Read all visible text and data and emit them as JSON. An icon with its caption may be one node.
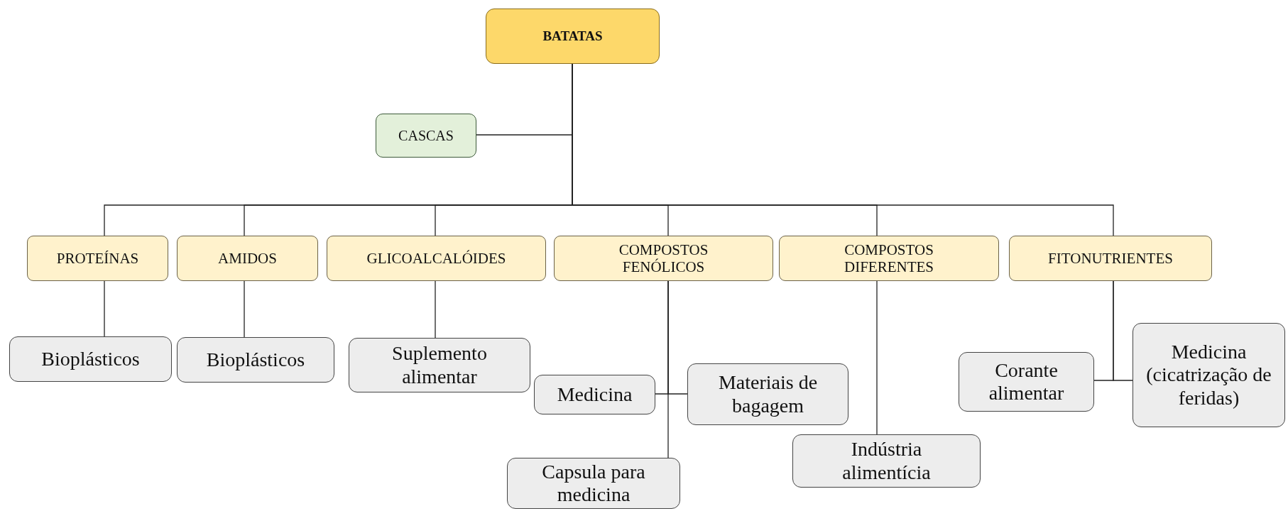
{
  "diagram": {
    "nodes": [
      {
        "text": [
          "BATATAS"
        ]
      },
      {
        "text": [
          "CASCAS"
        ]
      },
      {
        "text": [
          "PROTEÍNAS"
        ]
      },
      {
        "text": [
          "AMIDOS"
        ]
      },
      {
        "text": [
          "GLICOALCALÓIDES"
        ]
      },
      {
        "text": [
          "COMPOSTOS FENÓLICOS"
        ]
      },
      {
        "text": [
          "COMPOSTOS DIFERENTES"
        ]
      },
      {
        "text": [
          "FITONUTRIENTES"
        ]
      },
      {
        "text": [
          "Bioplásticos"
        ]
      },
      {
        "text": [
          "Bioplásticos"
        ]
      },
      {
        "text": [
          "Suplemento alimentar"
        ]
      },
      {
        "text": [
          "Medicina"
        ]
      },
      {
        "text": [
          "Materiais de bagagem"
        ]
      },
      {
        "text": [
          "Capsula para medicina"
        ]
      },
      {
        "text": [
          "Indústria alimentícia"
        ]
      },
      {
        "text": [
          "Corante alimentar"
        ]
      },
      {
        "text": [
          "Medicina (cicatrização de feridas)"
        ]
      }
    ],
    "edges": [
      {
        "from": 0,
        "to": 1,
        "arrow": "none"
      },
      {
        "from": 0,
        "to": 2,
        "arrow": "none"
      },
      {
        "from": 0,
        "to": 3,
        "arrow": "none"
      },
      {
        "from": 0,
        "to": 4,
        "arrow": "none"
      },
      {
        "from": 0,
        "to": 5,
        "arrow": "none"
      },
      {
        "from": 0,
        "to": 6,
        "arrow": "none"
      },
      {
        "from": 0,
        "to": 7,
        "arrow": "none"
      },
      {
        "from": 2,
        "to": 8,
        "arrow": "none"
      },
      {
        "from": 3,
        "to": 9,
        "arrow": "none"
      },
      {
        "from": 4,
        "to": 10,
        "arrow": "none"
      },
      {
        "from": 5,
        "to": 11,
        "arrow": "none"
      },
      {
        "from": 5,
        "to": 12,
        "arrow": "none"
      },
      {
        "from": 5,
        "to": 13,
        "arrow": "none"
      },
      {
        "from": 6,
        "to": 14,
        "arrow": "none"
      },
      {
        "from": 7,
        "to": 15,
        "arrow": "none"
      },
      {
        "from": 7,
        "to": 16,
        "arrow": "none"
      }
    ]
  }
}
